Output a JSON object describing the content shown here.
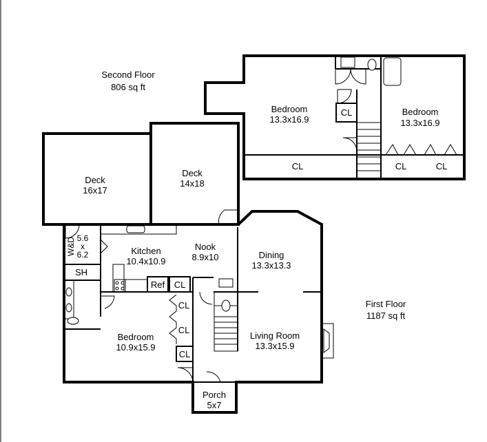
{
  "second_floor": {
    "title": "Second Floor",
    "area": "806 sq ft",
    "rooms": {
      "bedroom_left": {
        "name": "Bedroom",
        "size": "13.3x16.9"
      },
      "bedroom_right": {
        "name": "Bedroom",
        "size": "13.3x16.9"
      }
    },
    "closets": {
      "cl_a": "CL",
      "cl_b": "CL",
      "cl_c": "CL",
      "cl_d": "CL"
    }
  },
  "first_floor": {
    "title": "First Floor",
    "area": "1187 sq ft",
    "rooms": {
      "deck_a": {
        "name": "Deck",
        "size": "16x17"
      },
      "deck_b": {
        "name": "Deck",
        "size": "14x18"
      },
      "kitchen": {
        "name": "Kitchen",
        "size": "10.4x10.9"
      },
      "nook": {
        "name": "Nook",
        "size": "8.9x10"
      },
      "dining": {
        "name": "Dining",
        "size": "13.3x13.3"
      },
      "living": {
        "name": "Living Room",
        "size": "13.3x15.9"
      },
      "bedroom": {
        "name": "Bedroom",
        "size": "10.9x15.9"
      },
      "porch": {
        "name": "Porch",
        "size": "5x7"
      },
      "laundry": {
        "name": "W&D",
        "w": "5.6",
        "x": "x",
        "h": "6.2"
      }
    },
    "labels": {
      "sh": "SH",
      "ref": "Ref",
      "cl_1": "CL",
      "cl_2": "CL",
      "cl_3": "CL",
      "cl_4": "CL"
    }
  }
}
